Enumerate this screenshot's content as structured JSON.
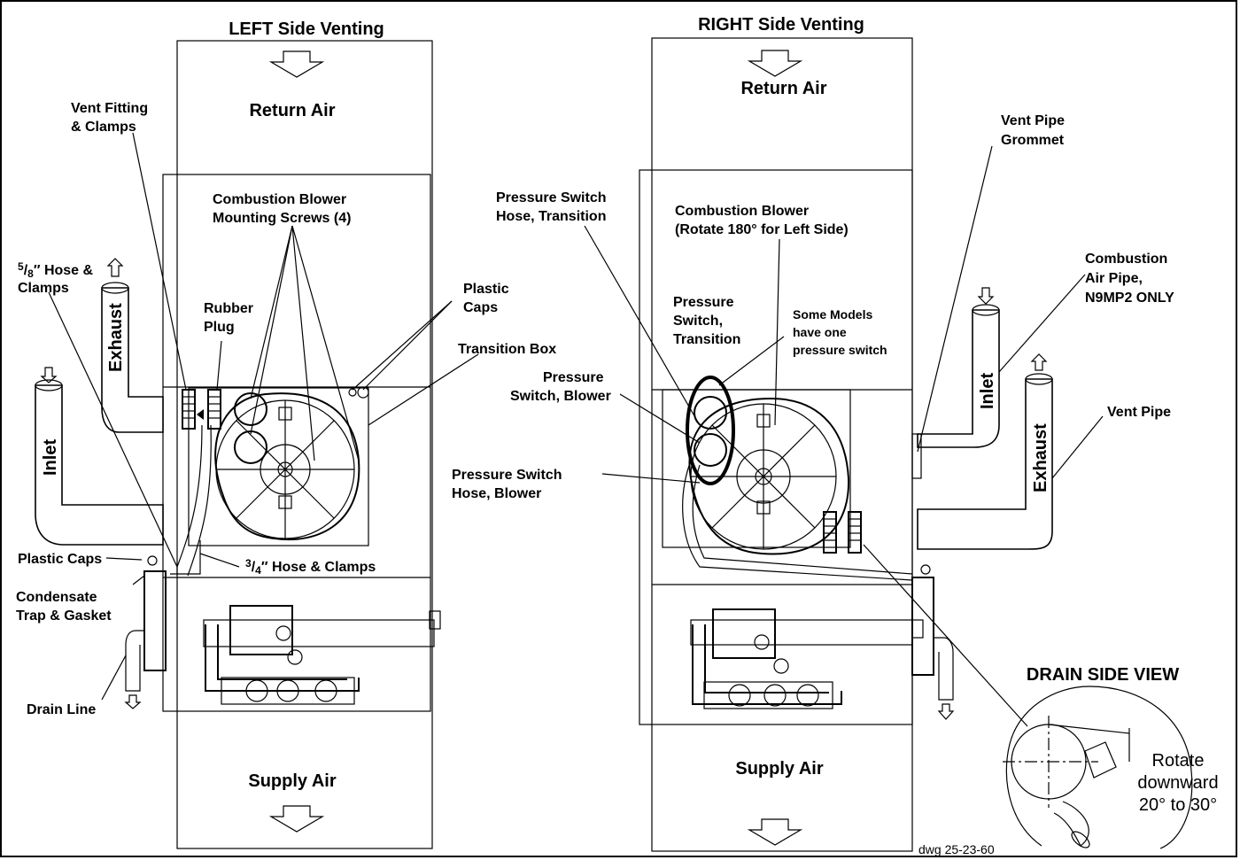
{
  "left": {
    "title": "LEFT Side Venting",
    "return_air": "Return Air",
    "supply_air": "Supply Air",
    "labels": {
      "vent_fitting_1": "Vent Fitting",
      "vent_fitting_2": "& Clamps",
      "blower_screws_1": "Combustion Blower",
      "blower_screws_2": "Mounting Screws (4)",
      "hose58_num": "5",
      "hose58_den": "8",
      "hose58_rest": "″ Hose &",
      "hose58_2": "Clamps",
      "rubber_plug_1": "Rubber",
      "rubber_plug_2": "Plug",
      "plastic_caps_top_1": "Plastic",
      "plastic_caps_top_2": "Caps",
      "transition_box": "Transition Box",
      "exhaust": "Exhaust",
      "inlet": "Inlet",
      "plastic_caps": "Plastic Caps",
      "hose34_num": "3",
      "hose34_den": "4",
      "hose34_rest": "″ Hose & Clamps",
      "condensate_1": "Condensate",
      "condensate_2": "Trap & Gasket",
      "drain_line": "Drain Line"
    }
  },
  "right": {
    "title": "RIGHT Side Venting",
    "return_air": "Return Air",
    "supply_air": "Supply Air",
    "labels": {
      "ps_hose_trans_1": "Pressure  Switch",
      "ps_hose_trans_2": "Hose, Transition",
      "comb_blower_1": "Combustion Blower",
      "comb_blower_2": "(Rotate 180° for Left Side)",
      "vent_grommet_1": "Vent Pipe",
      "vent_grommet_2": "Grommet",
      "comb_air_1": "Combustion",
      "comb_air_2": "Air Pipe,",
      "comb_air_3": "N9MP2 ONLY",
      "ps_trans_1": "Pressure",
      "ps_trans_2": "Switch,",
      "ps_trans_3": "Transition",
      "some_models_1": "Some Models",
      "some_models_2": "have one",
      "some_models_3": "pressure switch",
      "ps_blower_1": "Pressure",
      "ps_blower_2": "Switch, Blower",
      "ps_hose_blower_1": "Pressure  Switch",
      "ps_hose_blower_2": "Hose, Blower",
      "inlet": "Inlet",
      "exhaust": "Exhaust",
      "vent_pipe": "Vent Pipe"
    }
  },
  "drain_view": {
    "title": "DRAIN SIDE VIEW",
    "rotate_1": "Rotate",
    "rotate_2": "downward",
    "rotate_3": "20°  to 30°"
  },
  "drawing_number": "dwg 25-23-60"
}
